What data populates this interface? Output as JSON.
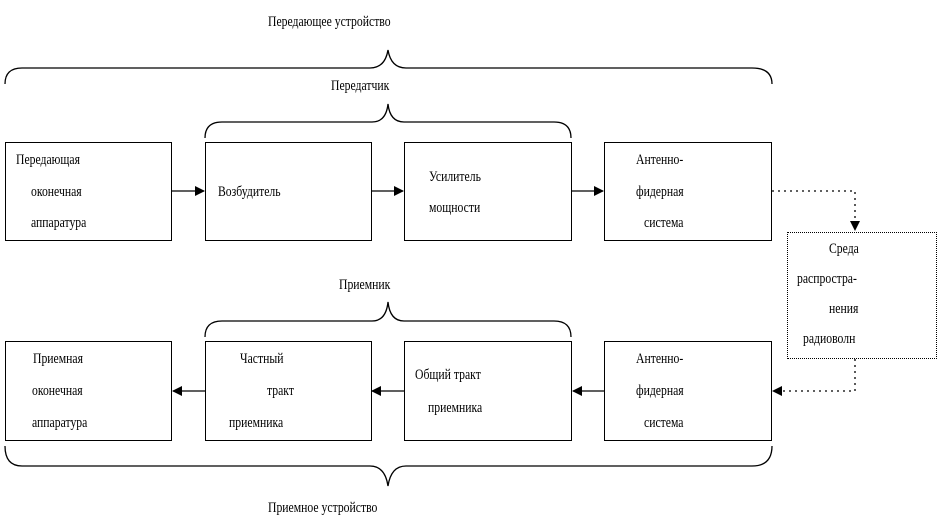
{
  "groups": {
    "transmitting_device": "Передающее устройство",
    "transmitter": "Передатчик",
    "receiver": "Приемник",
    "receiving_device": "Приемное устройство"
  },
  "blocks": {
    "tx_terminal": [
      "Передающая",
      "оконечная",
      "аппаратура"
    ],
    "exciter": [
      "Возбудитель"
    ],
    "power_amp": [
      "Усилитель",
      "мощности"
    ],
    "tx_antenna": [
      "Антенно-",
      "фидерная",
      "система"
    ],
    "medium": [
      "Среда",
      "распростра-",
      "нения",
      "радиоволн"
    ],
    "rx_antenna": [
      "Антенно-",
      "фидерная",
      "система"
    ],
    "rx_common": [
      "Общий тракт",
      "приемника"
    ],
    "rx_private": [
      "Частный",
      "тракт",
      "приемника"
    ],
    "rx_terminal": [
      "Приемная",
      "оконечная",
      "аппаратура"
    ]
  }
}
